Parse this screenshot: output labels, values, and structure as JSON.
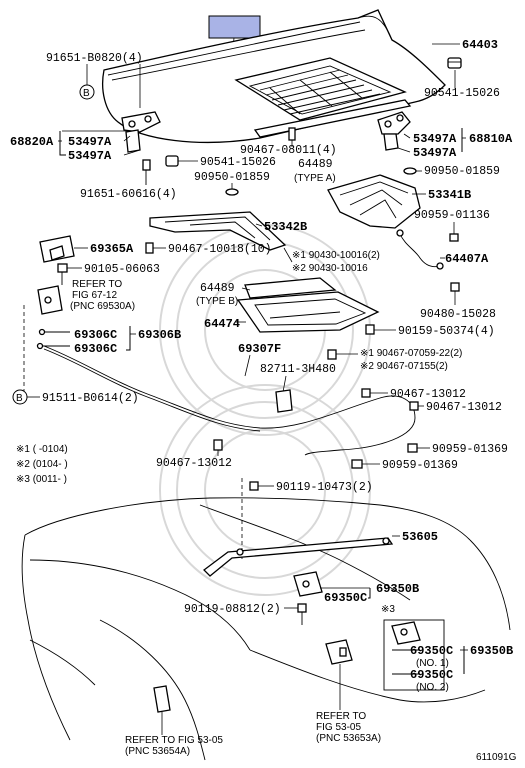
{
  "labels": {
    "p64403": "64403",
    "p91651_b0820": "91651-B0820(4)",
    "p90541_top": "90541-15026",
    "p68820a": "68820A",
    "p53497a_l": "53497A",
    "p53497a_l2": "53497A",
    "p53497a_r": "53497A",
    "p53497a_r2": "53497A",
    "p68810a": "68810A",
    "p90467_08011": "90467-08011(4)",
    "p64489_a": "64489",
    "type_a": "(TYPE A)",
    "p90541_mid": "90541-15026",
    "p90950_l": "90950-01859",
    "p90950_r": "90950-01859",
    "p91651_60616": "91651-60616(4)",
    "p53341b": "53341B",
    "p90959_01136": "90959-01136",
    "p53342b": "53342B",
    "p69365a": "69365A",
    "p90467_10018": "90467-10018(10)",
    "p90430_1": "※1 90430-10016(2)",
    "p90430_2": "※2 90430-10016",
    "p64407a": "64407A",
    "p90105": "90105-06063",
    "refer_6712_a": "REFER TO",
    "refer_6712_b": "FIG 67-12",
    "refer_6712_c": "(PNC 69530A)",
    "p64489_b": "64489",
    "type_b": "(TYPE B)",
    "p90480": "90480-15028",
    "p64474": "64474",
    "p90159": "90159-50374(4)",
    "p69306c_1": "69306C",
    "p69306b": "69306B",
    "p69306c_2": "69306C",
    "p69307f": "69307F",
    "p82711": "82711-3H480",
    "p90467_07059": "※1 90467-07059-22(2)",
    "p90467_07155": "※2 90467-07155(2)",
    "p91511": "91511-B0614(2)",
    "p90467_13012_a": "90467-13012",
    "p90467_13012_b": "90467-13012",
    "note1": "※1  (     -0104)",
    "note2": "※2  (0104-     )",
    "note3": "※3  (0011-     )",
    "p90467_13012_c": "90467-13012",
    "p90959_01369_a": "90959-01369",
    "p90959_01369_b": "90959-01369",
    "p90119_10473": "90119-10473(2)",
    "p53605": "53605",
    "p69350b": "69350B",
    "p69350c": "69350C",
    "p90119_08812": "90119-08812(2)",
    "star3": "※3",
    "p69350c_no1": "69350C",
    "no1": "(NO. 1)",
    "p69350b_r": "69350B",
    "p69350c_no2": "69350C",
    "no2": "(NO. 2)",
    "refer_5305_a": "REFER TO",
    "refer_5305_b": "FIG 53-05",
    "refer_5305_c": "(PNC 53653A)",
    "refer_5305d_a": "REFER TO FIG 53-05",
    "refer_5305d_b": "(PNC 53654A)",
    "fig_code": "611091G",
    "circle_b": "B"
  },
  "colors": {
    "highlight_box": "#a9b3e6",
    "watermark": "#d8d8d8"
  }
}
